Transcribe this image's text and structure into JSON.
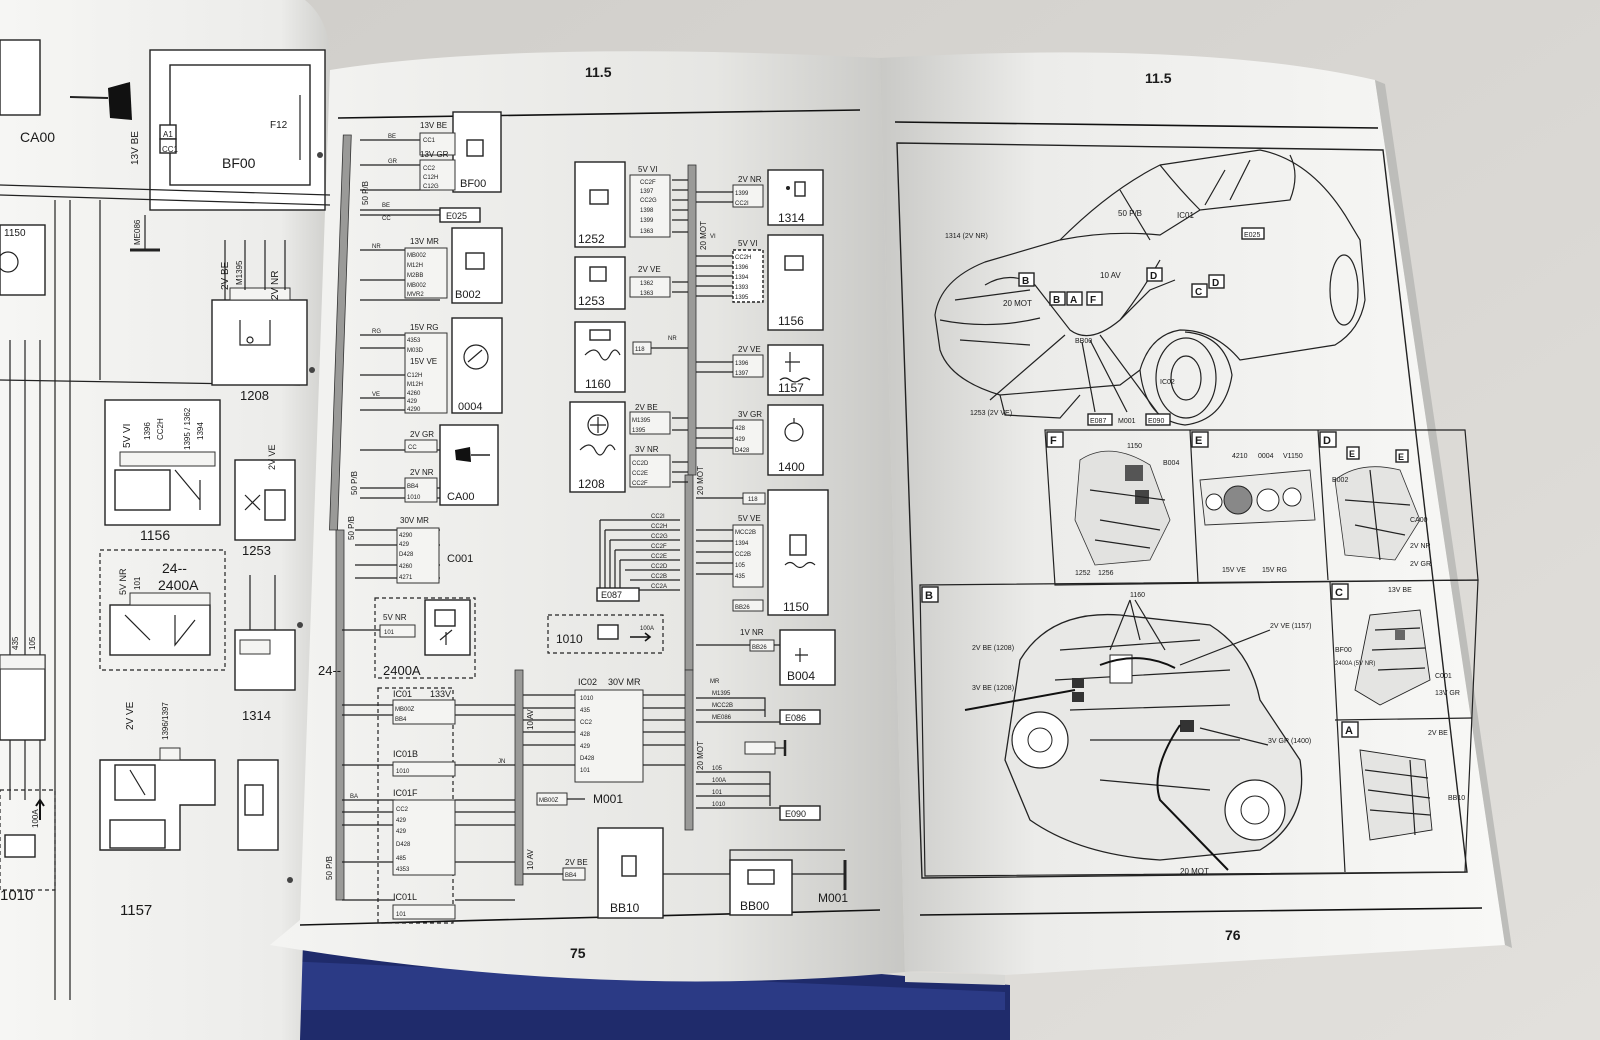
{
  "page_left": {
    "labels": [
      "CA00",
      "BF00",
      "F12",
      "13V BE",
      "A1",
      "CC1",
      "1150",
      "ME086",
      "2V BE",
      "M1395",
      "2V NR",
      "5V VI",
      "1396",
      "CC2H",
      "1395 / 1362",
      "1394",
      "1156",
      "1208",
      "2V VE",
      "1253",
      "24--",
      "2400A",
      "5V NR",
      "101",
      "1314",
      "2V VE",
      "1396/1397",
      "100A",
      "1010",
      "1157",
      "435",
      "105"
    ]
  },
  "page_center": {
    "header": "11.5",
    "page_number": "75",
    "bus_labels": [
      "50 P/B",
      "50 P/B",
      "50 P/B",
      "50 P/B",
      "20 MOT",
      "20 MOT",
      "10 AV",
      "20 MOT",
      "10 AV"
    ],
    "components": [
      {
        "name": "BF00",
        "lines": [
          "13V BE",
          "13V GR",
          "CC1",
          "CC2",
          "C12H",
          "C12G"
        ]
      },
      {
        "name": "E025",
        "lines": [
          "BE",
          "CC"
        ]
      },
      {
        "name": "B002",
        "lines": [
          "13V MR",
          "MB002",
          "M12H",
          "M2BB",
          "MB002",
          "MVR2"
        ]
      },
      {
        "name": "0004",
        "lines": [
          "15V RG",
          "4353",
          "M03D",
          "15V VE",
          "C12H",
          "M12H",
          "4260",
          "429",
          "4290"
        ]
      },
      {
        "name": "CA00",
        "lines": [
          "2V GR",
          "CC",
          "2V NR",
          "BB4",
          "1010"
        ]
      },
      {
        "name": "C001",
        "lines": [
          "30V MR",
          "4290",
          "429",
          "D428",
          "4260",
          "4271"
        ]
      },
      {
        "name": "2400A",
        "lines": [
          "24--",
          "5V NR",
          "101"
        ]
      },
      {
        "name": "IC01",
        "lines": [
          "133V",
          "MB00Z",
          "BB4"
        ]
      },
      {
        "name": "IC01B",
        "lines": [
          "1010"
        ]
      },
      {
        "name": "IC01F",
        "lines": [
          "CC2",
          "429",
          "429",
          "D428",
          "485",
          "4353"
        ]
      },
      {
        "name": "IC01L",
        "lines": [
          "101"
        ]
      },
      {
        "name": "1252",
        "lines": [
          "5V VI",
          "CC2F",
          "1397",
          "CC2G",
          "1398",
          "1399",
          "1363"
        ]
      },
      {
        "name": "1253",
        "lines": [
          "2V VE",
          "1362",
          "1363"
        ]
      },
      {
        "name": "1160",
        "lines": [
          "118",
          "NR"
        ]
      },
      {
        "name": "1208",
        "lines": [
          "2V BE",
          "M1395",
          "1395",
          "3V NR",
          "CC2D",
          "CC2E",
          "CC2F"
        ]
      },
      {
        "name": "E087",
        "lines": [
          "CC2I",
          "CC2H",
          "CC2G",
          "CC2F",
          "CC2E",
          "CC2D",
          "CC2B",
          "CC2A"
        ]
      },
      {
        "name": "1010",
        "lines": [
          "100A"
        ]
      },
      {
        "name": "IC02",
        "lines": [
          "30V MR",
          "1010",
          "435",
          "CC2",
          "428",
          "429",
          "D428",
          "101"
        ]
      },
      {
        "name": "M001",
        "lines": [
          "MB00Z"
        ]
      },
      {
        "name": "BB10",
        "lines": [
          "2V BE",
          "BB4"
        ]
      },
      {
        "name": "BB00",
        "lines": []
      },
      {
        "name": "1314",
        "lines": [
          "2V NR",
          "1399",
          "CC2I"
        ]
      },
      {
        "name": "1156",
        "lines": [
          "5V VI",
          "CC2H",
          "1396",
          "1394",
          "1393",
          "1395"
        ]
      },
      {
        "name": "1157",
        "lines": [
          "2V VE",
          "1396",
          "1397"
        ]
      },
      {
        "name": "1400",
        "lines": [
          "3V GR",
          "428",
          "429",
          "D428"
        ]
      },
      {
        "name": "1150",
        "lines": [
          "118",
          "5V VE",
          "MCC2B",
          "1394",
          "CC2B",
          "105",
          "435",
          "BB26"
        ]
      },
      {
        "name": "B004",
        "lines": [
          "1V NR",
          "BB26"
        ]
      },
      {
        "name": "E086",
        "lines": [
          "M1395",
          "MCC2B",
          "ME086"
        ]
      },
      {
        "name": "E090",
        "lines": [
          "105",
          "100A",
          "101",
          "1010"
        ]
      }
    ],
    "wire_colors": [
      "BE",
      "GR",
      "NR",
      "RG",
      "VE",
      "BA",
      "JN",
      "MR",
      "VI"
    ]
  },
  "page_right": {
    "header": "11.5",
    "page_number": "76",
    "callouts": [
      "1314 (2V NR)",
      "50 P/B",
      "IC01",
      "E025",
      "10 AV",
      "20 MOT",
      "BB00",
      "IC02",
      "1253 (2V VE)",
      "E087",
      "M001",
      "E090"
    ],
    "letters": [
      "B",
      "A",
      "F",
      "D",
      "C",
      "D"
    ],
    "panel_F": {
      "letter": "F",
      "labels": [
        "1150",
        "B004",
        "1252",
        "1256"
      ]
    },
    "panel_E": {
      "letter": "E",
      "labels": [
        "4210",
        "0004",
        "V1150",
        "15V VE",
        "15V RG"
      ]
    },
    "panel_D": {
      "letter": "D",
      "labels": [
        "E",
        "E",
        "B002",
        "CA00",
        "2V NR",
        "2V GR"
      ]
    },
    "panel_B": {
      "letter": "B",
      "labels": [
        "1160",
        "2V BE (1208)",
        "3V BE (1208)",
        "2V VE (1157)",
        "3V GR (1400)",
        "20 MOT"
      ]
    },
    "panel_C": {
      "letter": "C",
      "labels": [
        "13V BE",
        "BF00",
        "2400A (5V NR)",
        "C001",
        "13V GR"
      ]
    },
    "panel_A": {
      "letter": "A",
      "labels": [
        "2V BE",
        "BB10"
      ]
    }
  },
  "colors": {
    "background": "#d9d7d3",
    "paper": "#f7f7f5",
    "ink": "#1a1a1a",
    "cover": "#1f2b6b"
  }
}
